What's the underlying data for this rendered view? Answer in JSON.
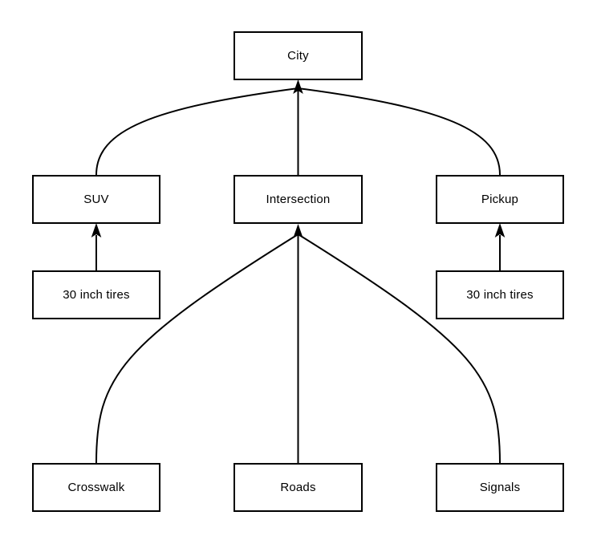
{
  "diagram": {
    "background_color": "#ffffff",
    "line_color": "#000000",
    "box_fill_color": "#ffffff",
    "text_color": "#000000",
    "nodes": {
      "city": {
        "label": "City"
      },
      "suv": {
        "label": "SUV"
      },
      "intersection": {
        "label": "Intersection"
      },
      "pickup": {
        "label": "Pickup"
      },
      "tires_left": {
        "label": "30 inch tires"
      },
      "tires_right": {
        "label": "30 inch tires"
      },
      "crosswalk": {
        "label": "Crosswalk"
      },
      "roads": {
        "label": "Roads"
      },
      "signals": {
        "label": "Signals"
      }
    },
    "edges": [
      {
        "from": "SUV",
        "to": "City",
        "style": "curved",
        "arrow": "filled-triangle-at-City"
      },
      {
        "from": "Intersection",
        "to": "City",
        "style": "straight",
        "arrow": "filled-triangle-at-City"
      },
      {
        "from": "Pickup",
        "to": "City",
        "style": "curved",
        "arrow": "filled-triangle-at-City"
      },
      {
        "from": "30 inch tires",
        "to": "SUV",
        "style": "straight",
        "arrow": "filled-triangle-at-SUV"
      },
      {
        "from": "30 inch tires",
        "to": "Pickup",
        "style": "straight",
        "arrow": "filled-triangle-at-Pickup"
      },
      {
        "from": "Crosswalk",
        "to": "Intersection",
        "style": "curved",
        "arrow": "filled-triangle-at-Intersection"
      },
      {
        "from": "Roads",
        "to": "Intersection",
        "style": "straight",
        "arrow": "filled-triangle-at-Intersection"
      },
      {
        "from": "Signals",
        "to": "Intersection",
        "style": "curved",
        "arrow": "filled-triangle-at-Intersection"
      }
    ]
  }
}
